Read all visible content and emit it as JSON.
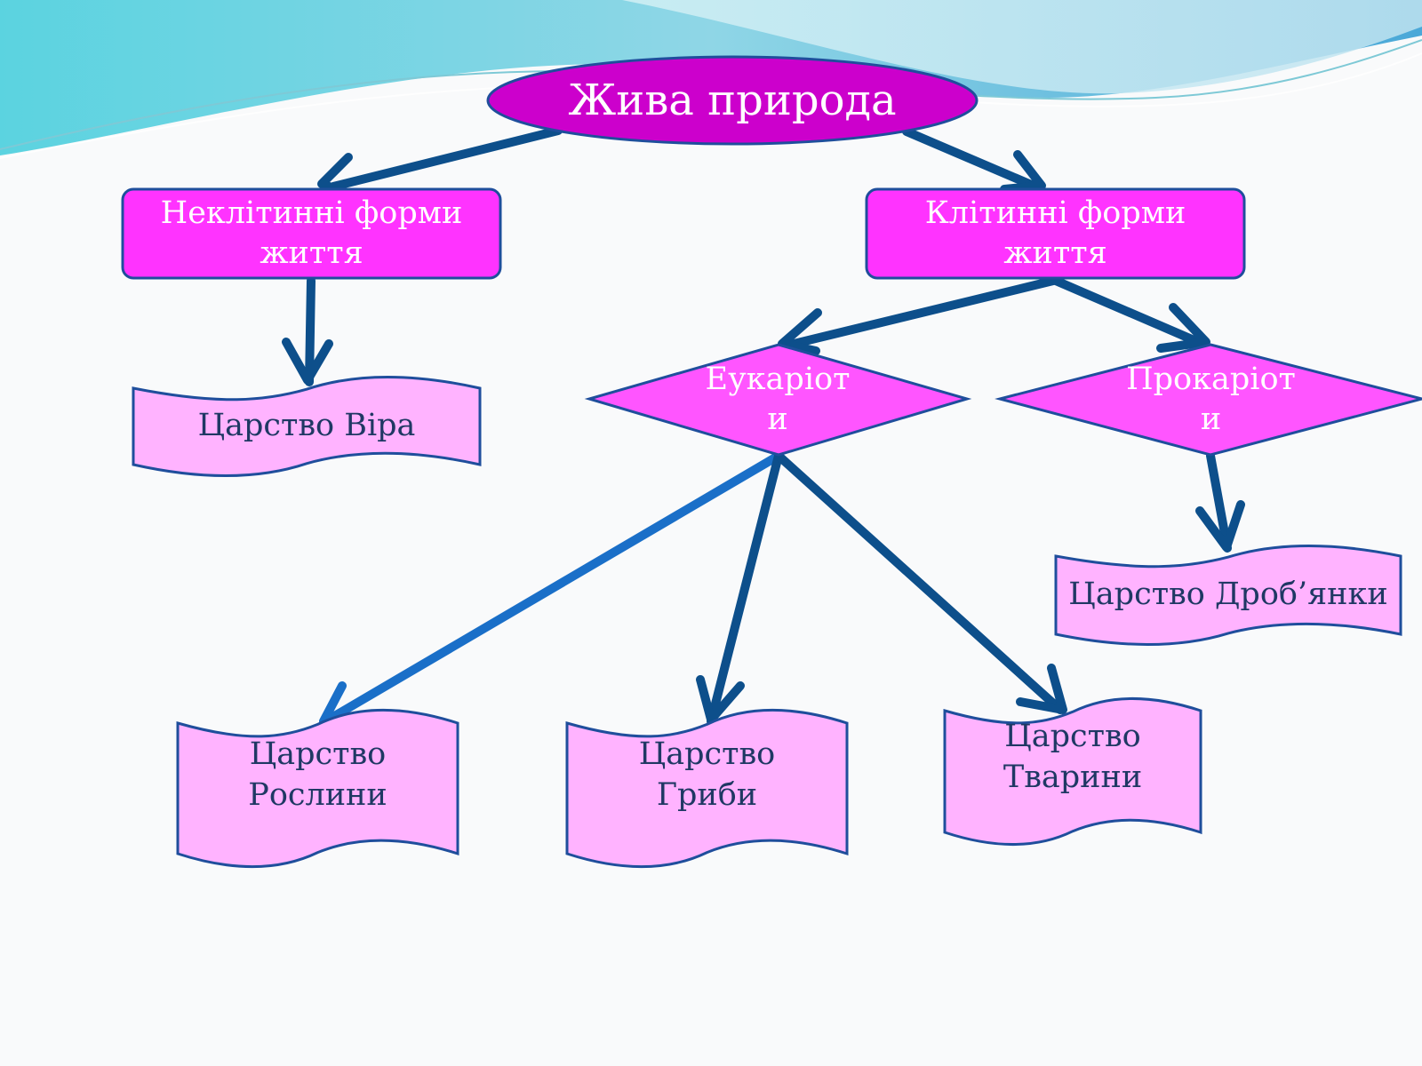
{
  "colors": {
    "arrow": "#0d4f8b",
    "arrow_highlight": "#1a6fc8",
    "root_fill": "#cc00cc",
    "box_fill": "#ff33ff",
    "diamond_fill": "#ff55ff",
    "scroll_fill": "#ffb3ff",
    "outline": "#1f4e9c",
    "text_dark": "#1f3864",
    "text_light": "#ffffff"
  },
  "diagram": {
    "root": {
      "label": "Жива природа"
    },
    "acellular": {
      "lines": [
        "Неклітинні форми",
        "життя"
      ]
    },
    "cellular": {
      "lines": [
        "Клітинні форми",
        "життя"
      ]
    },
    "virus": {
      "lines": [
        "Царство Віра"
      ]
    },
    "eukaryotes": {
      "lines": [
        "Еукаріот",
        "и"
      ]
    },
    "prokaryotes": {
      "lines": [
        "Прокаріот",
        "и"
      ]
    },
    "bacteria": {
      "lines": [
        "Царство Дроб’янки"
      ]
    },
    "plants": {
      "lines": [
        "Царство",
        "Рослини"
      ]
    },
    "fungi": {
      "lines": [
        "Царство",
        "Гриби"
      ]
    },
    "animals": {
      "lines": [
        "Царство",
        "Тварини"
      ]
    }
  }
}
